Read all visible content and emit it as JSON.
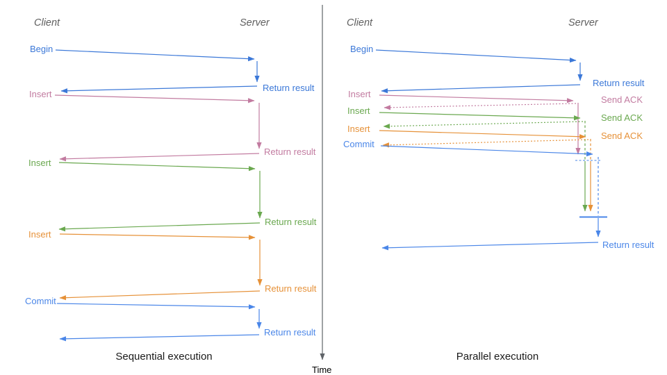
{
  "diagram": {
    "time_axis_label": "Time",
    "colors": {
      "begin_blue": "#3b78d8",
      "commit_blue": "#4a86e8",
      "wait_light_blue": "#6d9eeb",
      "insert_pink": "#c27ba0",
      "insert_green": "#6aa84f",
      "insert_orange": "#e69138",
      "axis_gray": "#5f6368",
      "header_gray": "#5f5f5f"
    },
    "panels": [
      {
        "id": "sequential",
        "caption": "Sequential execution",
        "client_header": "Client",
        "server_header": "Server",
        "operations": [
          {
            "label": "Begin",
            "response": "Return result",
            "color": "#3b78d8"
          },
          {
            "label": "Insert",
            "response": "Return result",
            "color": "#c27ba0"
          },
          {
            "label": "Insert",
            "response": "Return result",
            "color": "#6aa84f"
          },
          {
            "label": "Insert",
            "response": "Return result",
            "color": "#e69138"
          },
          {
            "label": "Commit",
            "response": "Return result",
            "color": "#4a86e8"
          }
        ]
      },
      {
        "id": "parallel",
        "caption": "Parallel execution",
        "client_header": "Client",
        "server_header": "Server",
        "operations": [
          {
            "label": "Begin",
            "response": "Return result",
            "color": "#3b78d8"
          },
          {
            "label": "Insert",
            "response": "Send ACK",
            "color": "#c27ba0"
          },
          {
            "label": "Insert",
            "response": "Send ACK",
            "color": "#6aa84f"
          },
          {
            "label": "Insert",
            "response": "Send ACK",
            "color": "#e69138"
          },
          {
            "label": "Commit",
            "response": "Return result",
            "color": "#4a86e8"
          }
        ],
        "final_response": "Return result"
      }
    ]
  }
}
